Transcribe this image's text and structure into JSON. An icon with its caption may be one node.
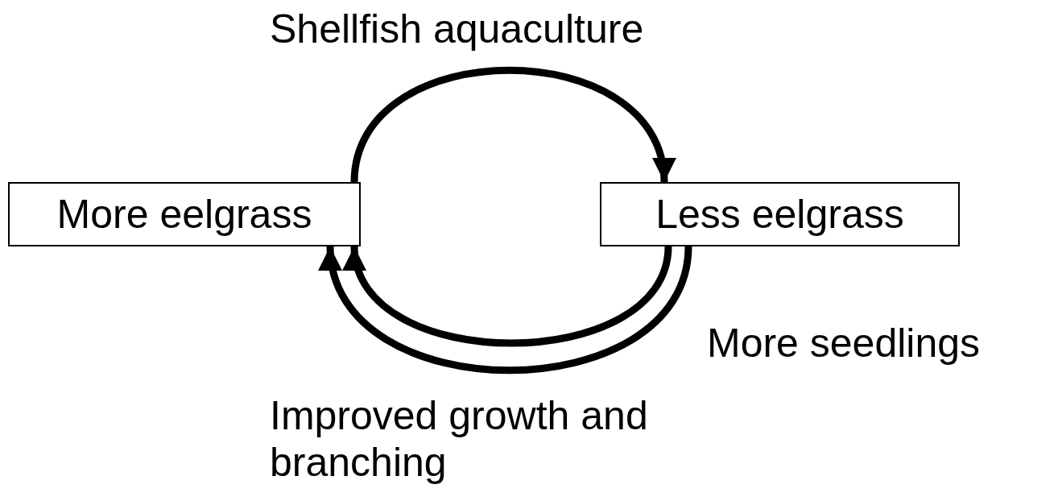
{
  "diagram": {
    "nodes": [
      {
        "text": [
          "More eelgrass"
        ]
      },
      {
        "text": [
          "Less eelgrass"
        ]
      }
    ],
    "edges": [
      {
        "from": 0,
        "to": 1,
        "arrow": "to",
        "label": "Shellfish aquaculture"
      },
      {
        "from": 1,
        "to": 0,
        "arrow": "to",
        "label": "Improved growth and branching"
      },
      {
        "from": 1,
        "to": 0,
        "arrow": "to",
        "label": "More seedlings"
      }
    ]
  }
}
